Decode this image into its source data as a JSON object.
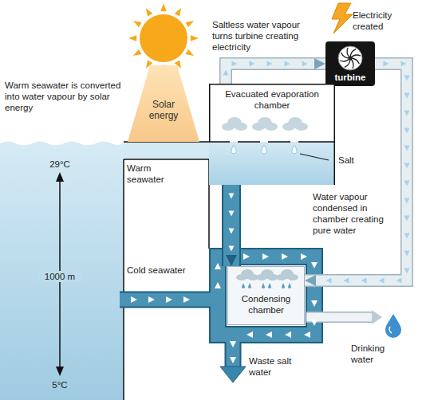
{
  "diagram": {
    "nodes": [
      {
        "text": [
          "turbine"
        ]
      },
      {
        "text": [
          "Solar energy"
        ]
      },
      {
        "text": [
          "Evacuated evaporation chamber"
        ]
      },
      {
        "text": [
          "Condensing chamber"
        ]
      }
    ],
    "edges": [
      {
        "from": 2,
        "to": 0,
        "arrow": "to"
      },
      {
        "from": 0,
        "to": 3,
        "arrow": "to"
      },
      {
        "from": 2,
        "to": 3,
        "arrow": "to"
      }
    ],
    "labels": [
      "Electricity created",
      "Saltless water vapour turns turbine creating electricity",
      "Warm seawater is converted into water vapour by solar energy",
      "Warm seawater",
      "Salt",
      "29°C",
      "Water vapour condensed in chamber creating pure water",
      "1000 m",
      "Cold seawater",
      "Waste salt water",
      "Drinking water",
      "5°C"
    ]
  }
}
